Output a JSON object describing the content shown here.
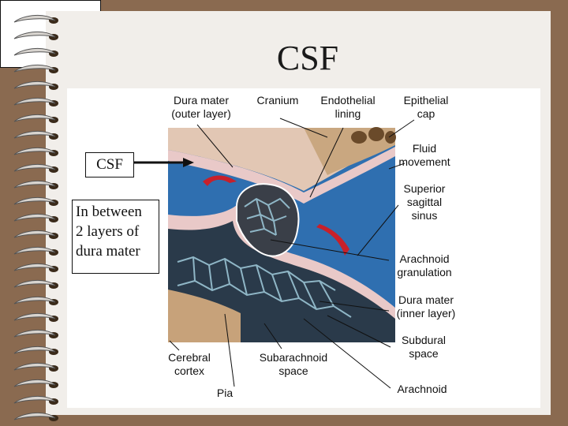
{
  "slide": {
    "title": "CSF",
    "csf_box": "CSF",
    "description_box": "In between\n2 layers of\ndura mater"
  },
  "figure": {
    "labels": {
      "dura_outer": [
        "Dura mater",
        "(outer layer)"
      ],
      "cranium": "Cranium",
      "endothelial": [
        "Endothelial",
        "lining"
      ],
      "epithelial": [
        "Epithelial",
        "cap"
      ],
      "fluid": [
        "Fluid",
        "movement"
      ],
      "sinus": [
        "Superior",
        "sagittal",
        "sinus"
      ],
      "arachnoid_gran": [
        "Arachnoid",
        "granulation"
      ],
      "dura_inner": [
        "Dura mater",
        "(inner layer)"
      ],
      "subdural": [
        "Subdural",
        "space"
      ],
      "arachnoid": "Arachnoid",
      "cortex": [
        "Cerebral",
        "cortex"
      ],
      "subarachnoid": [
        "Subarachnoid",
        "space"
      ],
      "pia": "Pia"
    }
  },
  "colors": {
    "background": "#8a6a50",
    "paper": "#f1eeea",
    "csf_blue": "#2f6fb0",
    "membrane": "#e9c9c8",
    "cortex": "#c7a27a",
    "arrow_red": "#c8202a"
  }
}
